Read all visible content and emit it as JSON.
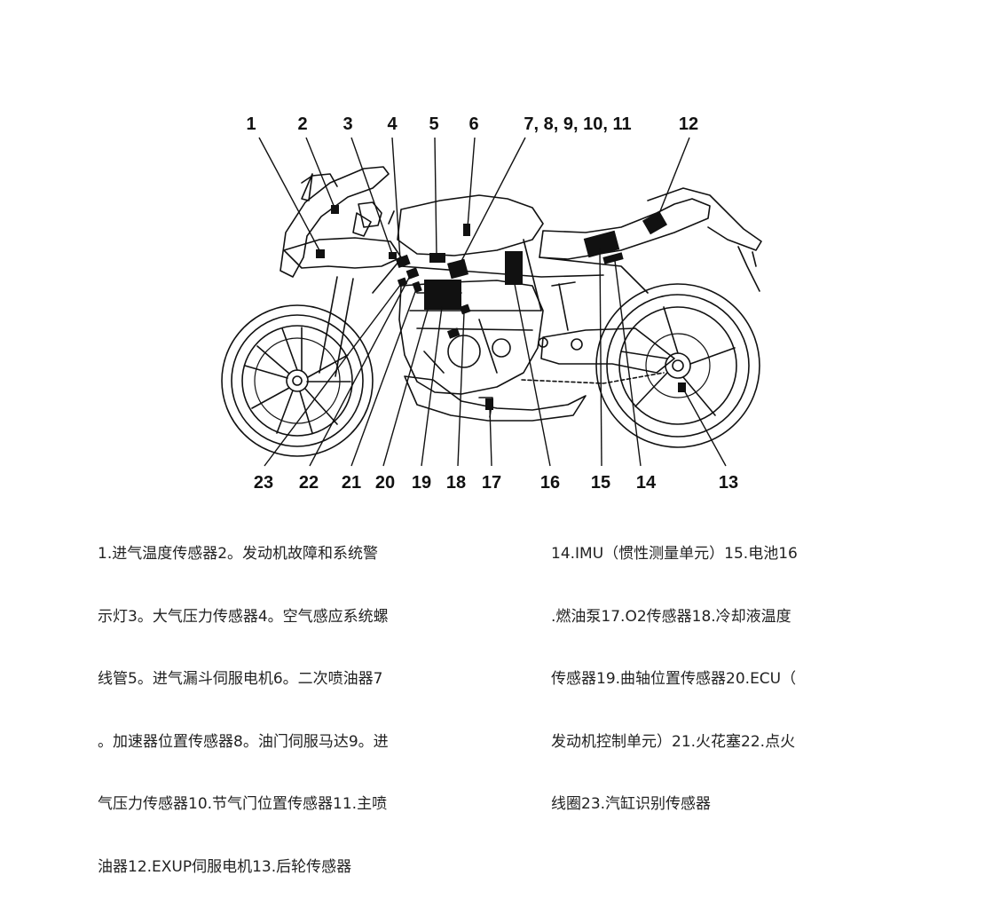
{
  "callouts": {
    "c1": "1",
    "c2": "2",
    "c3": "3",
    "c4": "4",
    "c5": "5",
    "c6": "6",
    "c7": "7, 8, 9, 10, 11",
    "c12": "12",
    "c13": "13",
    "c14": "14",
    "c15": "15",
    "c16": "16",
    "c17": "17",
    "c18": "18",
    "c19": "19",
    "c20": "20",
    "c21": "21",
    "c22": "22",
    "c23": "23"
  },
  "caption_left": [
    "1.进气温度传感器2。发动机故障和系统警",
    "示灯3。大气压力传感器4。空气感应系统螺",
    "线管5。进气漏斗伺服电机6。二次喷油器7",
    "。加速器位置传感器8。油门伺服马达9。进",
    "气压力传感器10.节气门位置传感器11.主喷",
    "油器12.EXUP伺服电机13.后轮传感器"
  ],
  "caption_right": [
    "14.IMU（惯性测量单元）15.电池16",
    ".燃油泵17.O2传感器18.冷却液温度",
    "传感器19.曲轴位置传感器20.ECU（",
    "发动机控制单元）21.火花塞22.点火",
    "线圈23.汽缸识别传感器"
  ],
  "colors": {
    "ink": "#111111",
    "text": "#222222"
  }
}
